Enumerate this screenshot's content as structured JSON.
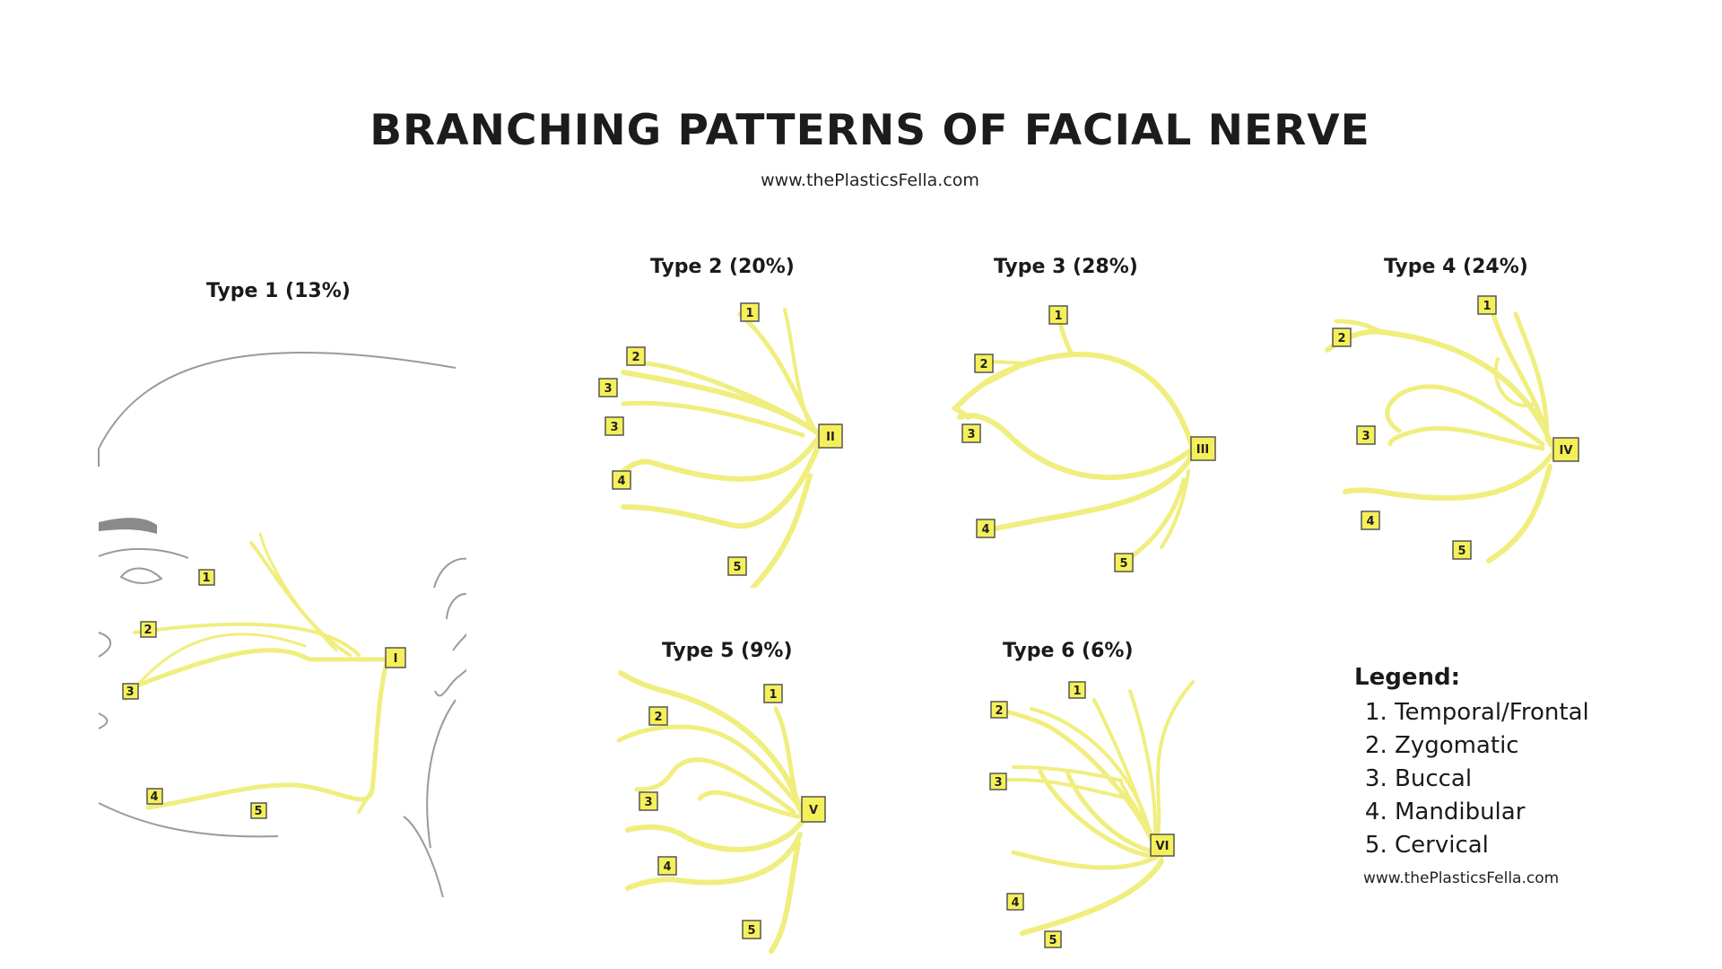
{
  "title": "BRANCHING PATTERNS OF FACIAL NERVE",
  "subtitle": "www.thePlasticsFella.com",
  "types": [
    {
      "label": "Type 1 (13%)",
      "numeral": "I"
    },
    {
      "label": "Type 2 (20%)",
      "numeral": "II"
    },
    {
      "label": "Type 3 (28%)",
      "numeral": "III"
    },
    {
      "label": "Type 4 (24%)",
      "numeral": "IV"
    },
    {
      "label": "Type 5 (9%)",
      "numeral": "V"
    },
    {
      "label": "Type 6 (6%)",
      "numeral": "VI"
    }
  ],
  "branch_numbers": [
    "1",
    "2",
    "3",
    "4",
    "5"
  ],
  "legend": {
    "title": "Legend:",
    "items": [
      "Temporal/Frontal",
      "Zygomatic",
      "Buccal",
      "Mandibular",
      "Cervical"
    ],
    "url": "www.thePlasticsFella.com"
  },
  "colors": {
    "nerve": "#f0ee7e",
    "box": "#f5f05a",
    "outline": "#9a9a9a"
  }
}
